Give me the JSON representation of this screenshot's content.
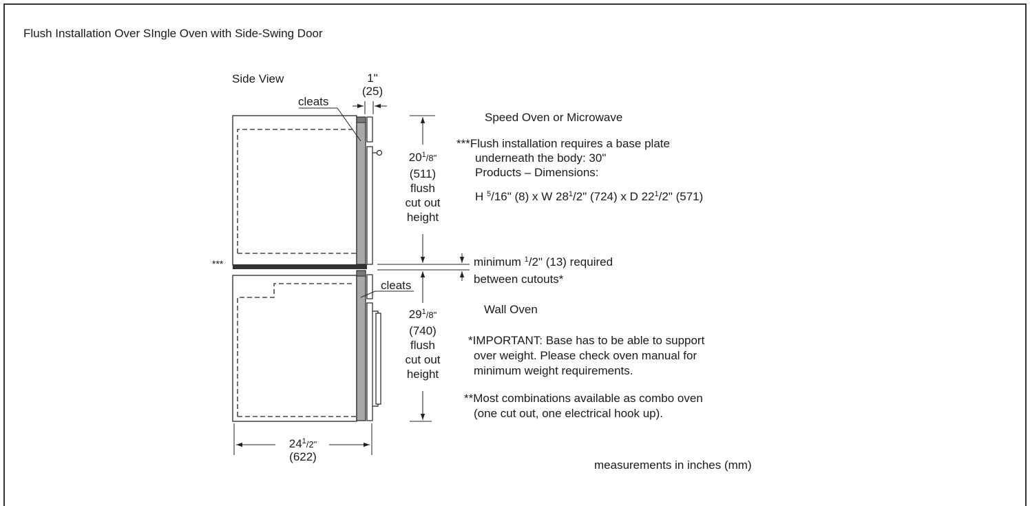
{
  "title": "Flush Installation Over SIngle Oven with Side-Swing Door",
  "side_view": "Side View",
  "top_dim": {
    "value": "1\"",
    "mm": "(25)"
  },
  "cleats_top": "cleats",
  "cleats_bottom": "cleats",
  "upper_height": {
    "whole": "20",
    "num": "1",
    "den": "/8\"",
    "mm": "(511)",
    "l1": "flush",
    "l2": "cut out",
    "l3": "height"
  },
  "lower_height": {
    "whole": "29",
    "num": "1",
    "den": "/8\"",
    "mm": "(740)",
    "l1": "flush",
    "l2": "cut out",
    "l3": "height"
  },
  "width_dim": {
    "whole": "24",
    "num": "1",
    "den": "/2\"",
    "mm": "(622)"
  },
  "triple_star": "***",
  "speed_oven": "Speed Oven or Microwave",
  "base_plate": {
    "l1": "***Flush installation requires a base plate",
    "l2": "underneath the body: 30\"",
    "l3": "Products – Dimensions:",
    "l4a": "H ",
    "l4b": "5",
    "l4c": "/16\" (8) x W 28",
    "l4d": "1",
    "l4e": "/2\" (724) x D 22",
    "l4f": "1",
    "l4g": "/2\" (571)"
  },
  "minimum": {
    "a": "minimum ",
    "b": "1",
    "c": "/2\" (13) required",
    "l2": "between cutouts*"
  },
  "wall_oven": "Wall Oven",
  "important": {
    "l1": "*IMPORTANT: Base has to be able to support",
    "l2": "over weight. Please check oven manual for",
    "l3": "minimum weight requirements."
  },
  "combo": {
    "l1": "**Most combinations available as combo oven",
    "l2": "(one cut out, one electrical hook up)."
  },
  "units_note": "measurements in inches (mm)"
}
